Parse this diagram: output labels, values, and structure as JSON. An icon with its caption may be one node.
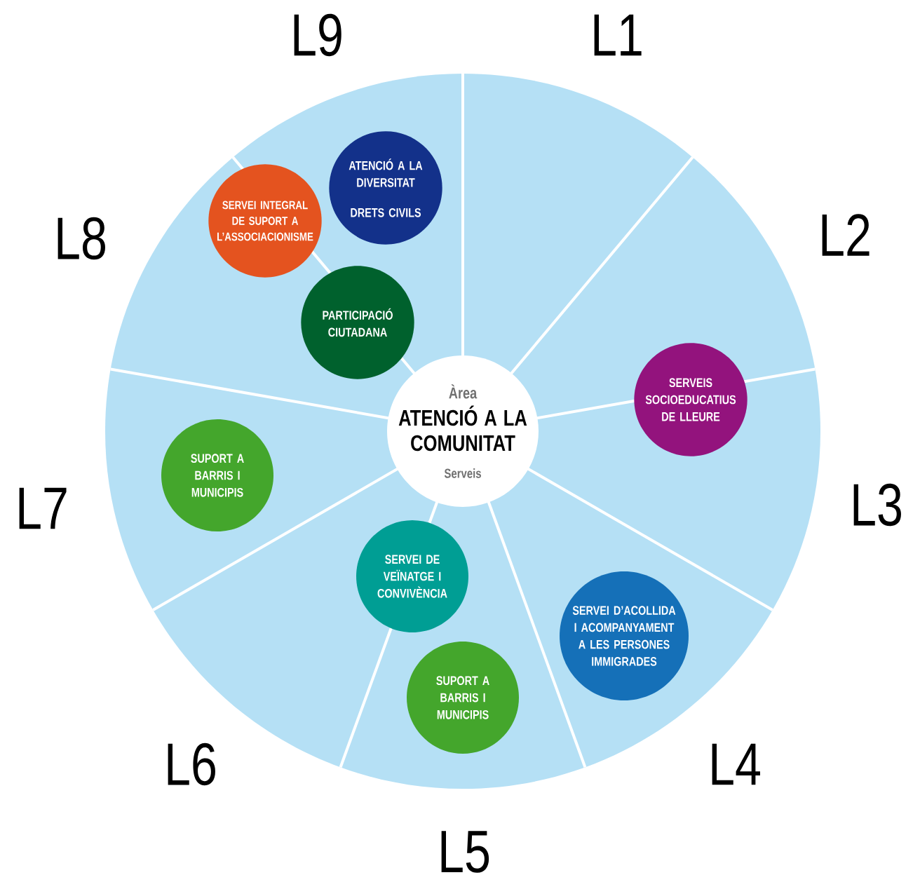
{
  "diagram": {
    "nodes": [
      {
        "text": [
          "Àrea",
          "ATENCIÓ A LA COMUNITAT",
          "Serveis"
        ]
      },
      {
        "text": [
          "ATENCIÓ A LA DIVERSITAT",
          "DRETS CIVILS"
        ]
      },
      {
        "text": [
          "SERVEI INTEGRAL DE SUPORT A L’ASSOCIACIONISME"
        ]
      },
      {
        "text": [
          "PARTICIPACIÓ CIUTADANA"
        ]
      },
      {
        "text": [
          "SERVEIS SOCIOEDUCATIUS DE LLEURE"
        ]
      },
      {
        "text": [
          "SUPORT A BARRIS I MUNICIPIS"
        ]
      },
      {
        "text": [
          "SERVEI DE VEÏNATGE I CONVIVÈNCIA"
        ]
      },
      {
        "text": [
          "SERVEI D’ACOLLIDA I ACOMPANYAMENT A LES PERSONES IMMIGRADES"
        ]
      },
      {
        "text": [
          "SUPORT A BARRIS I MUNICIPIS"
        ]
      }
    ],
    "labels": [
      "L9",
      "L1",
      "L8",
      "L2",
      "L7",
      "L3",
      "L6",
      "L4",
      "L5"
    ]
  }
}
